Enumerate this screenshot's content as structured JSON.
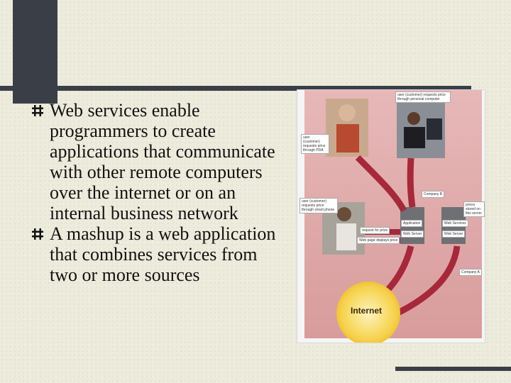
{
  "slide": {
    "bullets": [
      {
        "text": "Web services enable programmers to create applications that communicate with other remote computers over the internet or on an internal business network"
      },
      {
        "text": "A mashup is a web application that combines services from two or more sources"
      }
    ]
  },
  "figure": {
    "labels": {
      "pc_user": "user (customer) requests price through personal computer",
      "pda_user": "user (customer) requests price through PDA",
      "phone_user": "user (customer) requests price through smart phone",
      "company_b": "Company B",
      "company_a": "Company A",
      "prices_stored": "prices stored on this server",
      "application": "Application",
      "web_server_left": "Web Server",
      "web_services": "Web Services",
      "web_server_right": "Web Server",
      "request_price": "request for price",
      "web_page_displays": "Web page displays price",
      "internet": "Internet"
    }
  }
}
